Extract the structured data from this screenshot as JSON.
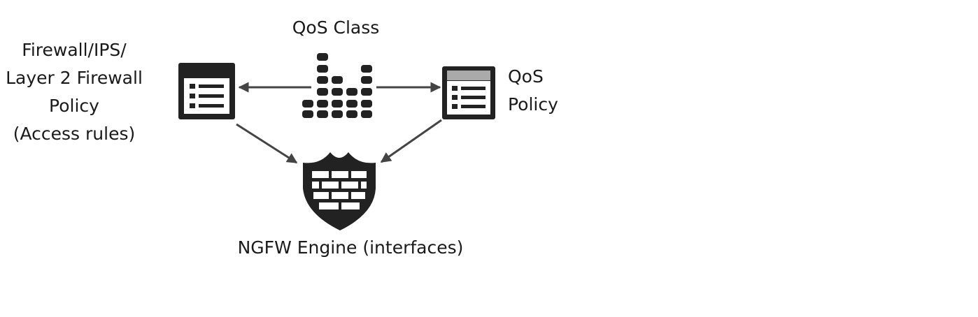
{
  "nodes": {
    "firewall_policy": {
      "lines": [
        "Firewall/IPS/",
        "Layer 2 Firewall",
        "Policy",
        "(Access rules)"
      ],
      "icon": "policy-document-icon"
    },
    "qos_class": {
      "label": "QoS Class",
      "icon": "qos-class-bars-icon"
    },
    "qos_policy": {
      "lines": [
        "QoS",
        "Policy"
      ],
      "icon": "policy-document-icon"
    },
    "engine": {
      "label": "NGFW Engine (interfaces)",
      "icon": "firewall-shield-icon"
    }
  },
  "edges": [
    {
      "from": "qos_class",
      "to": "firewall_policy"
    },
    {
      "from": "qos_class",
      "to": "qos_policy"
    },
    {
      "from": "firewall_policy",
      "to": "engine"
    },
    {
      "from": "qos_policy",
      "to": "engine"
    }
  ],
  "colors": {
    "icon": "#222222",
    "arrow": "#444444",
    "qos_header": "#aaaaaa"
  }
}
